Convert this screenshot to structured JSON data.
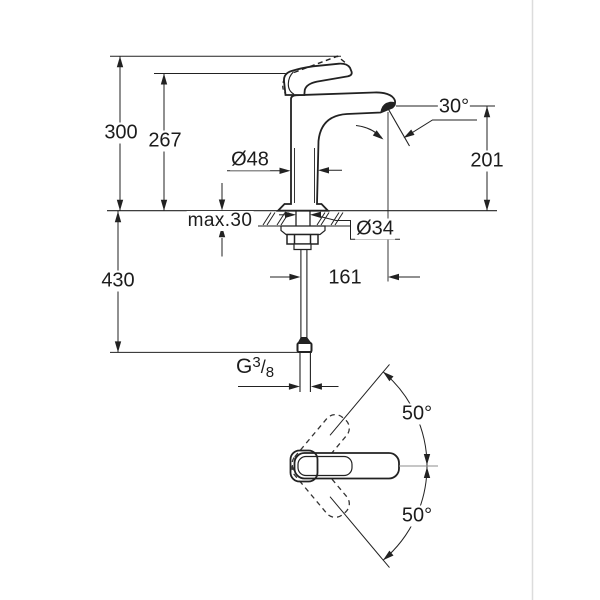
{
  "document": {
    "type": "technical dimensional drawing",
    "product": "single-lever basin mixer tap",
    "views": {
      "front": "front elevation with counter cross-section and supply pipe",
      "plan": "handle swing plan view"
    }
  },
  "dims": {
    "overall_height": "300",
    "lever_height": "267",
    "body_diameter": "Ø48",
    "stream_angle": "30°",
    "outlet_height": "201",
    "max_counter_thickness": "max.30",
    "shank_diameter": "Ø34",
    "supply_length": "430",
    "spout_reach": "161",
    "swing_upper": "50°",
    "swing_lower": "50°",
    "thread": {
      "prefix": "G",
      "num": "3",
      "slash": "/",
      "den": "8"
    }
  },
  "colors": {
    "line": "#222222",
    "background": "#ffffff",
    "divider": "#dcdcdc",
    "centerline": "#8c8c8c"
  }
}
